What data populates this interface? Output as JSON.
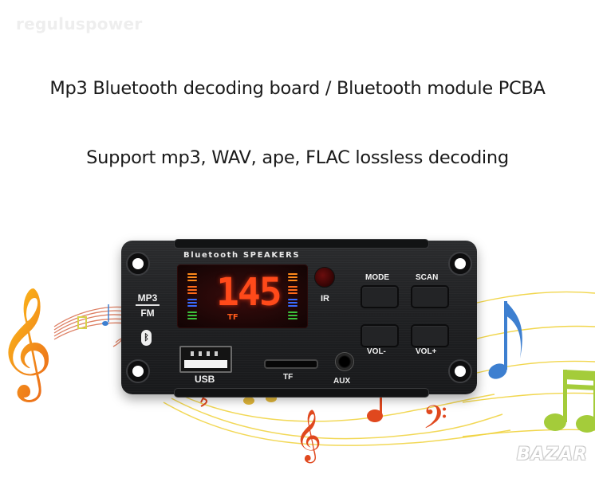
{
  "watermark": "reguluspower",
  "headings": {
    "title": "Mp3 Bluetooth decoding board / Bluetooth module PCBA",
    "subtitle": "Support mp3, WAV, ape, FLAC lossless decoding"
  },
  "board": {
    "brand_label": "Bluetooth SPEAKERS",
    "display": {
      "digits": "145",
      "source_indicator": "TF",
      "digit_color": "#ff4a1a",
      "level_bar_colors": [
        "#ff8a1a",
        "#ff6a1a",
        "#3a6bff",
        "#3cc43c"
      ]
    },
    "side_labels": {
      "mp3": "MP3",
      "fm": "FM",
      "bluetooth_icon": "bluetooth-icon"
    },
    "ir_label": "IR",
    "buttons": {
      "mode": "MODE",
      "scan": "SCAN",
      "vol_down": "VOL-",
      "vol_up": "VOL+"
    },
    "ports": {
      "usb": "USB",
      "tf": "TF",
      "aux": "AUX"
    },
    "panel_color": "#1f2022"
  },
  "decorations": {
    "treble_clef_color": "#f29a1a",
    "blue_note_color": "#3d7fd0",
    "green_note_color": "#a4cc3a",
    "red_note_color": "#e0481e",
    "staff_line_color": "#f0d23a"
  },
  "corner_logo": "BAZAR"
}
